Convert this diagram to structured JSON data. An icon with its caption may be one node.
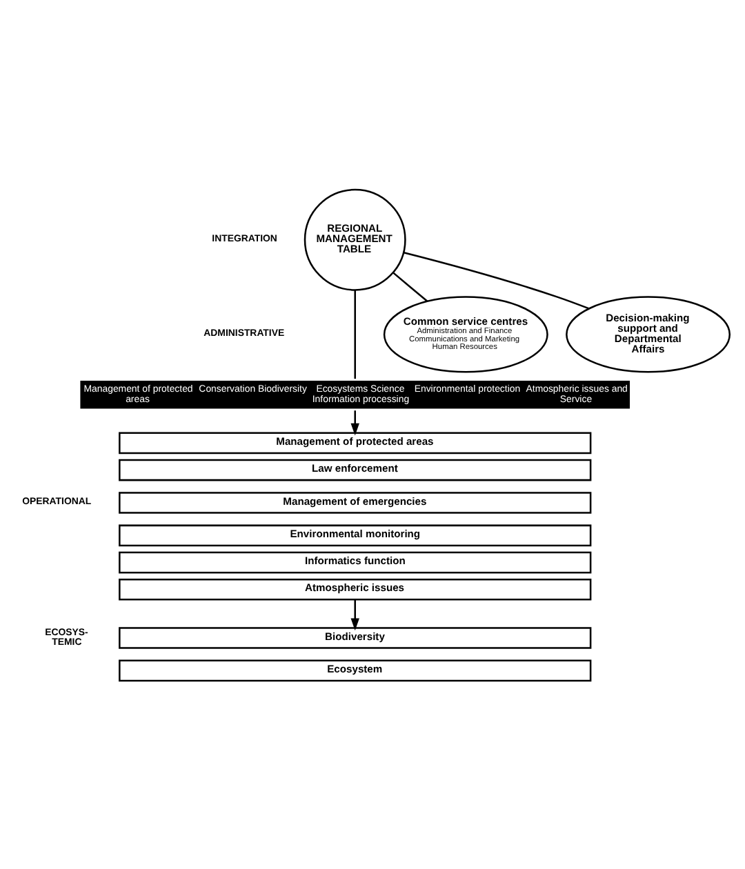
{
  "diagram": {
    "nodes": [
      {
        "text": [
          "REGIONAL MANAGEMENT TABLE"
        ]
      },
      {
        "text": [
          "Common service centres",
          "Administration and Finance",
          "Communications and Marketing",
          "Human Resources"
        ]
      },
      {
        "text": [
          "Decision-making support and Departmental Affairs"
        ]
      },
      {
        "text": [
          "Management of protected areas",
          "Conservation Biodiversity",
          "Ecosystems Science Information processing",
          "Environmental protection",
          "Atmospheric issues and Service"
        ]
      },
      {
        "text": [
          "Management of protected areas"
        ]
      },
      {
        "text": [
          "Law enforcement"
        ]
      },
      {
        "text": [
          "Management of emergencies"
        ]
      },
      {
        "text": [
          "Environmental monitoring"
        ]
      },
      {
        "text": [
          "Informatics function"
        ]
      },
      {
        "text": [
          "Atmospheric issues"
        ]
      },
      {
        "text": [
          "Biodiversity"
        ]
      },
      {
        "text": [
          "Ecosystem"
        ]
      }
    ],
    "edges": [
      {
        "from": 0,
        "to": 1,
        "arrow": "none"
      },
      {
        "from": 0,
        "to": 2,
        "arrow": "none"
      },
      {
        "from": 0,
        "to": 3,
        "arrow": "none"
      },
      {
        "from": 3,
        "to": 4,
        "arrow": "to"
      },
      {
        "from": 9,
        "to": 10,
        "arrow": "to"
      }
    ],
    "labels": [
      "INTEGRATION",
      "ADMINISTRATIVE",
      "OPERATIONAL",
      "ECOSYS- TEMIC"
    ]
  }
}
